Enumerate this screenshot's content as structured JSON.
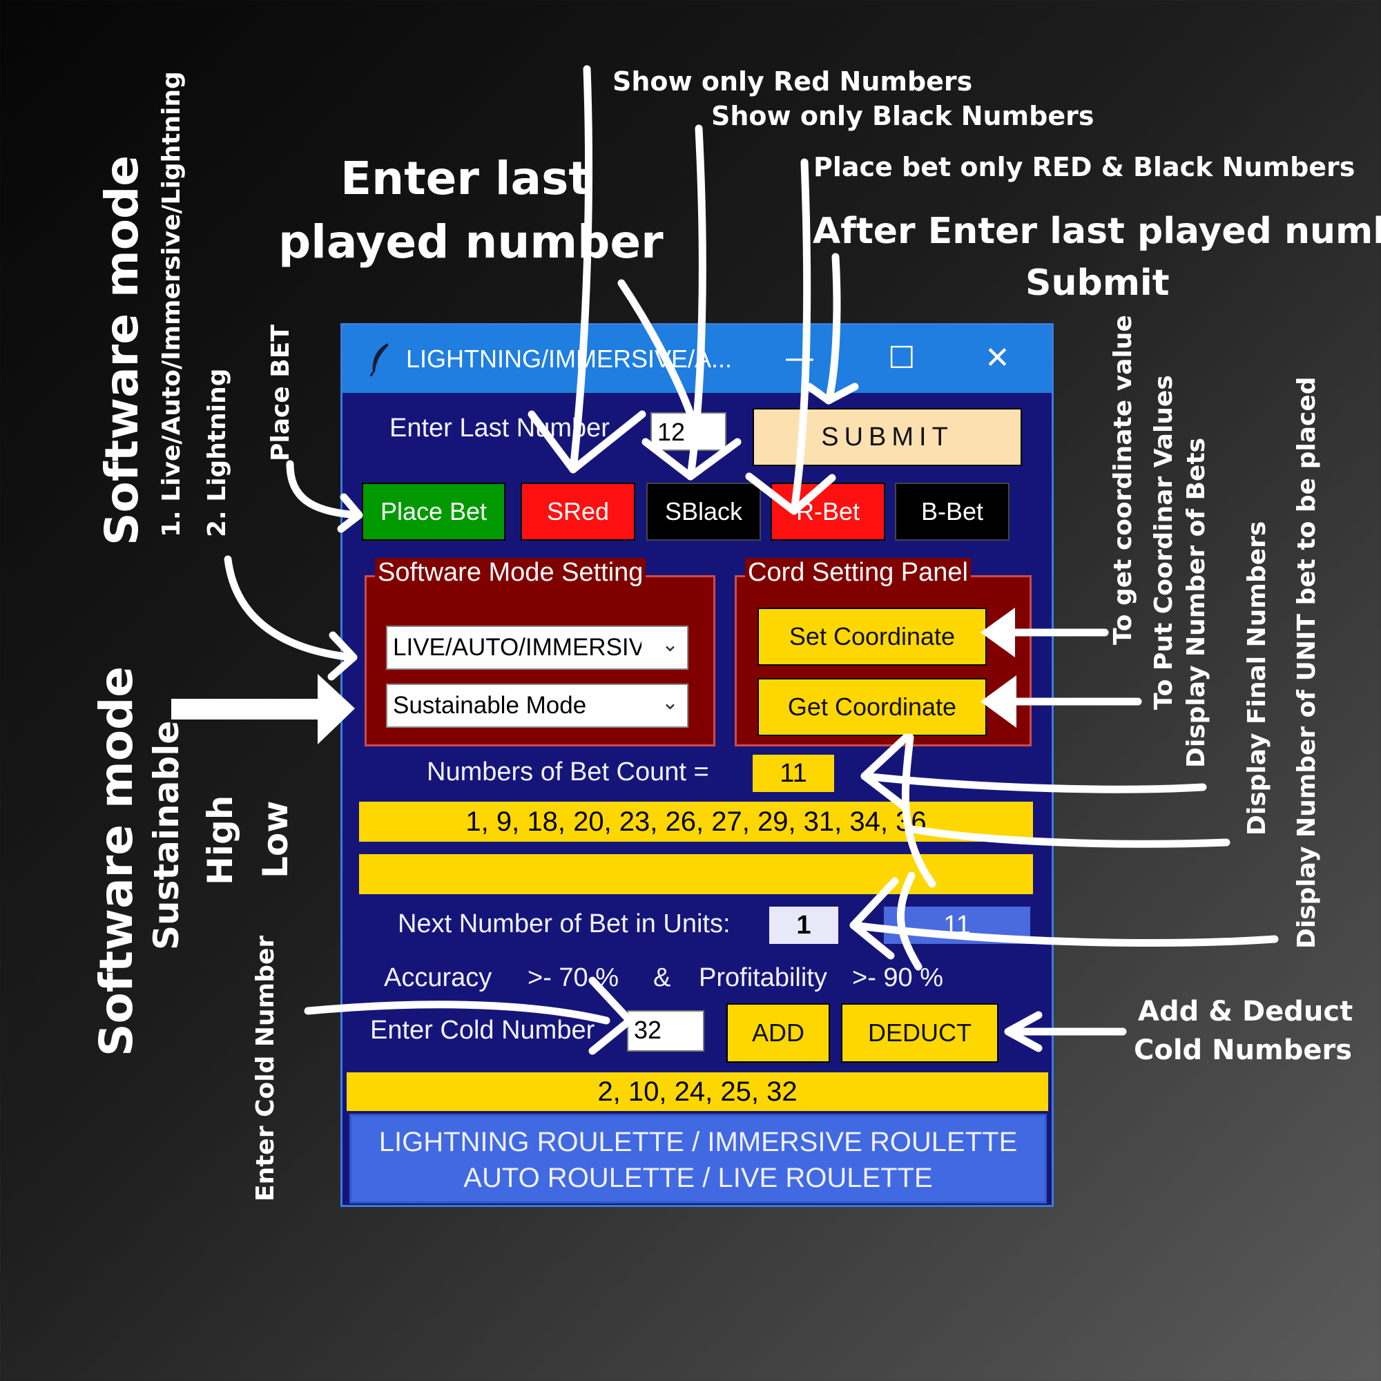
{
  "annotations": {
    "show_red": "Show only Red Numbers",
    "show_black": "Show only Black Numbers",
    "place_red_black": "Place bet only RED & Black Numbers",
    "enter_last_line1": "Enter last",
    "enter_last_line2": "played number",
    "after_enter_line1": "After Enter last played number",
    "after_enter_line2": "Submit",
    "software_mode_top": "Software  mode",
    "mode_option_1": "1. Live/Auto/Immersive/Lightning",
    "mode_option_2": "2. Lightning",
    "place_bet_vertical": "Place BET",
    "to_get_coordinate": "To get coordinate value",
    "to_put_coordinate": "To Put Coordinar Values",
    "display_number_of_bets": "Display Number of Bets",
    "display_final_numbers": "Display Final Numbers",
    "display_unit_bet": "Display Number of UNIT bet to be placed",
    "software_mode_bottom": "Software  mode",
    "sustainable": "Sustainable",
    "high": "High",
    "low": "Low",
    "enter_cold_number": "Enter Cold Number",
    "add_deduct_line1": "Add & Deduct",
    "add_deduct_line2": "Cold Numbers"
  },
  "window": {
    "title": "LIGHTNING/IMMERSIVE/A...",
    "minimize": "—",
    "maximize": "☐",
    "close": "✕"
  },
  "last_number": {
    "label": "Enter Last Number",
    "value": "12"
  },
  "buttons": {
    "submit": "SUBMIT",
    "place_bet": "Place Bet",
    "sred": "SRed",
    "sblack": "SBlack",
    "rbet": "R-Bet",
    "bbet": "B-Bet",
    "set_coordinate": "Set Coordinate",
    "get_coordinate": "Get Coordinate",
    "add": "ADD",
    "deduct": "DEDUCT"
  },
  "mode_panel": {
    "title": "Software Mode Setting",
    "mode_select": "LIVE/AUTO/IMMERSIVE",
    "strategy_select": "Sustainable Mode"
  },
  "cord_panel": {
    "title": "Cord Setting Panel"
  },
  "bet_count": {
    "label": "Numbers of Bet Count =",
    "value": "11"
  },
  "final_numbers": "1, 9, 18, 20, 23, 26, 27, 29, 31, 34, 36",
  "empty_display": "",
  "units": {
    "label": "Next Number of Bet in Units:",
    "value": "1",
    "count": "11"
  },
  "accuracy": {
    "accuracy_label": "Accuracy",
    "accuracy_value": ">- 70 %",
    "amp": "&",
    "profit_label": "Profitability",
    "profit_value": ">- 90 %"
  },
  "cold": {
    "label": "Enter Cold Number",
    "value": "32",
    "list": "2, 10, 24, 25, 32"
  },
  "footer": {
    "line1": "LIGHTNING ROULETTE / IMMERSIVE ROULETTE",
    "line2": "AUTO ROULETTE / LIVE ROULETTE"
  },
  "colors": {
    "window_bg": "#151579",
    "titlebar": "#1f7ee0",
    "yellow": "#ffd700",
    "panel_red": "#800000",
    "footer_blue": "#4169e1"
  }
}
